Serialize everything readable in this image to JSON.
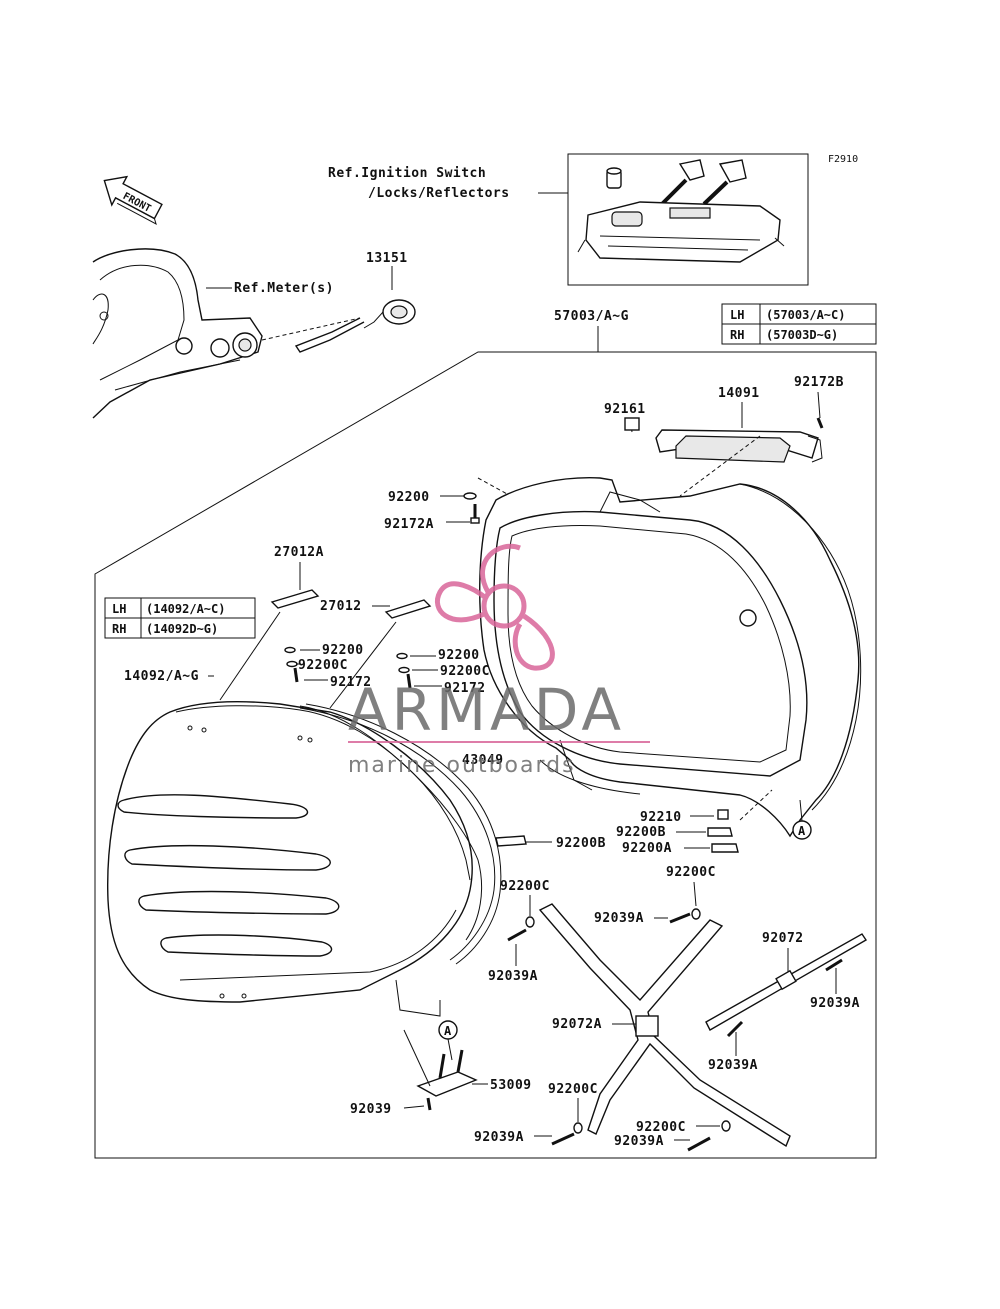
{
  "figure_code": "F2910",
  "front_label": "FRONT",
  "refs": {
    "ignition_line1": "Ref.Ignition Switch",
    "ignition_line2": "/Locks/Reflectors",
    "meter": "Ref.Meter(s)"
  },
  "table_top": [
    {
      "side": "LH",
      "code": "(57003/A~C)"
    },
    {
      "side": "RH",
      "code": "(57003D~G)"
    }
  ],
  "table_left": [
    {
      "side": "LH",
      "code": "(14092/A~C)"
    },
    {
      "side": "RH",
      "code": "(14092D~G)"
    }
  ],
  "parts": {
    "p13151": "13151",
    "p57003": "57003/A~G",
    "p14091": "14091",
    "p92172B": "92172B",
    "p92161": "92161",
    "p92200_a": "92200",
    "p92172A": "92172A",
    "p27012A": "27012A",
    "p27012": "27012",
    "p92200_b": "92200",
    "p92200C_a": "92200C",
    "p92172_a": "92172",
    "p92200_c": "92200",
    "p92200C_b": "92200C",
    "p92172_b": "92172",
    "p14092": "14092/A~G",
    "p43049": "43049",
    "p92210": "92210",
    "p92200B_a": "92200B",
    "p92200A": "92200A",
    "p92200B_b": "92200B",
    "p92200C_c": "92200C",
    "p92200C_d": "92200C",
    "p92039A_a": "92039A",
    "p92039A_b": "92039A",
    "p92072": "92072",
    "p92039A_c": "92039A",
    "p92072A": "92072A",
    "p92039A_d": "92039A",
    "p53009": "53009",
    "p92039": "92039",
    "p92200C_e": "92200C",
    "p92200C_f": "92200C",
    "p92039A_e": "92039A",
    "p92039A_f": "92039A"
  },
  "markers": {
    "a1": "A",
    "a2": "A"
  },
  "watermark": {
    "brand": "ARMADA",
    "tagline": "marine outboards",
    "color": "#d9669a"
  }
}
